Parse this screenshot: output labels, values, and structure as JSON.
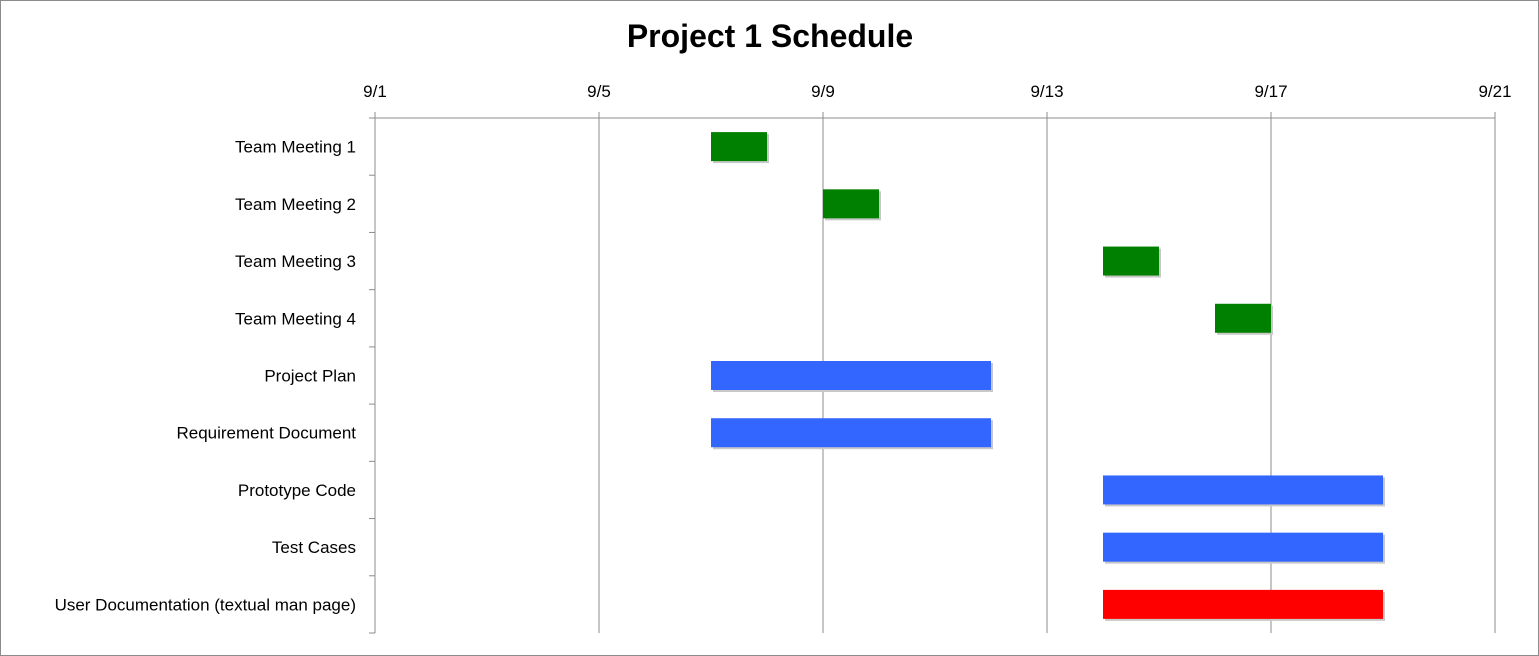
{
  "chart_data": {
    "type": "bar",
    "orientation": "horizontal",
    "title": "Project 1 Schedule",
    "xlabel": "",
    "ylabel": "",
    "x_axis_position": "top",
    "grid": true,
    "legend": "none",
    "xlim": [
      "9/1",
      "9/21"
    ],
    "x_ticks": [
      "9/1",
      "9/5",
      "9/9",
      "9/13",
      "9/17",
      "9/21"
    ],
    "tasks": [
      {
        "name": "Team Meeting 1",
        "start": "9/7",
        "end": "9/8",
        "color": "#008000"
      },
      {
        "name": "Team Meeting 2",
        "start": "9/9",
        "end": "9/10",
        "color": "#008000"
      },
      {
        "name": "Team Meeting 3",
        "start": "9/14",
        "end": "9/15",
        "color": "#008000"
      },
      {
        "name": "Team Meeting 4",
        "start": "9/16",
        "end": "9/17",
        "color": "#008000"
      },
      {
        "name": "Project Plan",
        "start": "9/7",
        "end": "9/12",
        "color": "#3366ff"
      },
      {
        "name": "Requirement Document",
        "start": "9/7",
        "end": "9/12",
        "color": "#3366ff"
      },
      {
        "name": "Prototype Code",
        "start": "9/14",
        "end": "9/19",
        "color": "#3366ff"
      },
      {
        "name": "Test Cases",
        "start": "9/14",
        "end": "9/19",
        "color": "#3366ff"
      },
      {
        "name": "User Documentation (textual man page)",
        "start": "9/14",
        "end": "9/19",
        "color": "#ff0000"
      }
    ]
  }
}
